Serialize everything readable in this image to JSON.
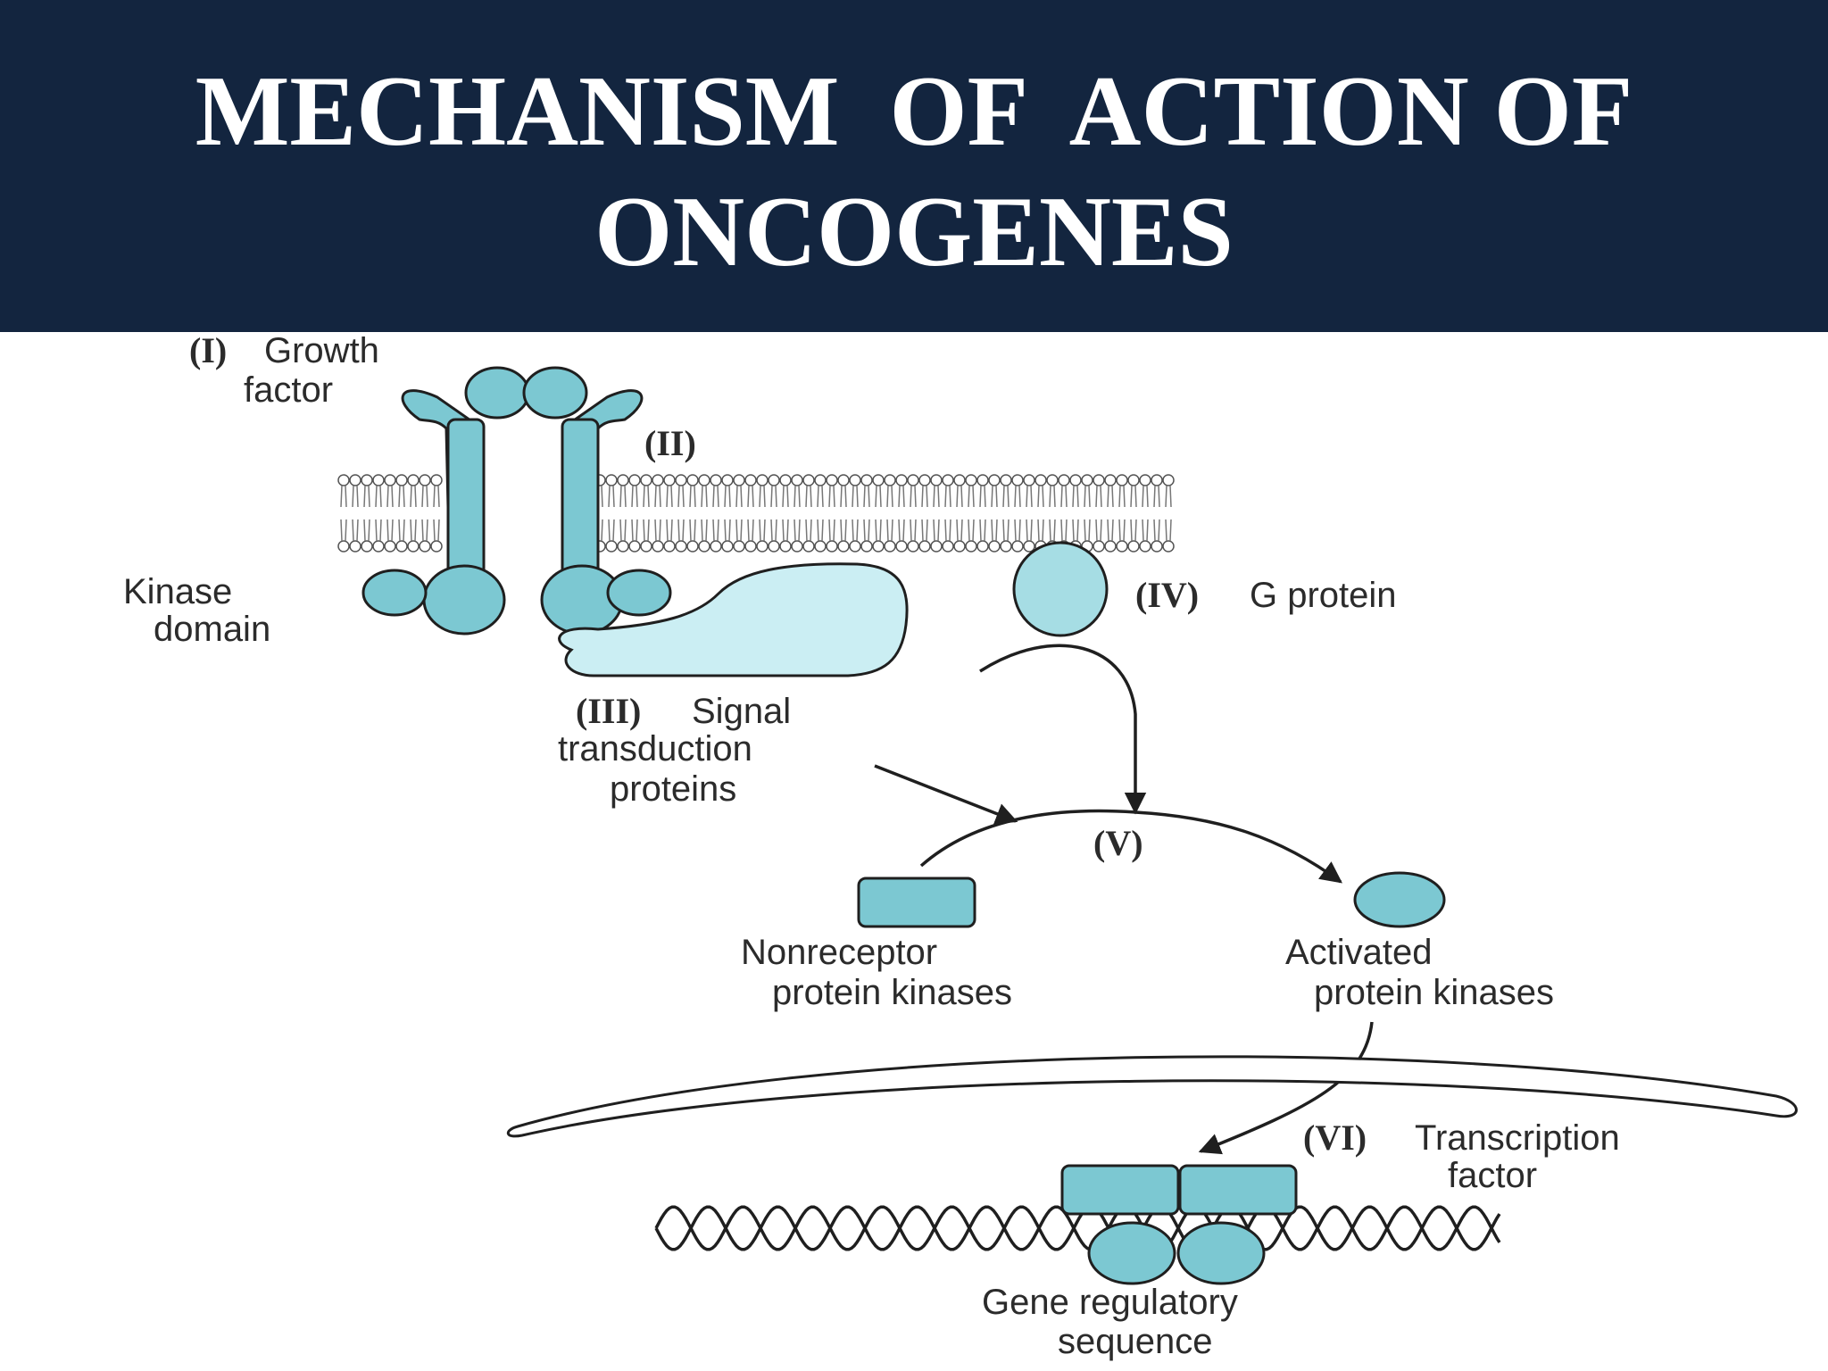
{
  "header": {
    "background": "#13253f",
    "title_line1": "MECHANISM  OF  ACTION OF",
    "title_line2": "ONCOGENES"
  },
  "diagram": {
    "colors": {
      "protein": "#7cc8d2",
      "protein_light": "#cbeef3",
      "outline": "#1f1f1f"
    },
    "labels": {
      "growth_factor_num": "(I)",
      "growth_factor_1": "Growth",
      "growth_factor_2": "factor",
      "receptor_num": "(II)",
      "kinase_domain_1": "Kinase",
      "kinase_domain_2": "domain",
      "g_protein_num": "(IV)",
      "g_protein": "G protein",
      "signal_num": "(III)",
      "signal_1": "Signal",
      "signal_2": "transduction",
      "signal_3": "proteins",
      "step5_num": "(V)",
      "nonreceptor_1": "Nonreceptor",
      "nonreceptor_2": "protein kinases",
      "activated_1": "Activated",
      "activated_2": "protein kinases",
      "tf_num": "(VI)",
      "tf_1": "Transcription",
      "tf_2": "factor",
      "gene_reg_1": "Gene regulatory",
      "gene_reg_2": "sequence"
    }
  }
}
